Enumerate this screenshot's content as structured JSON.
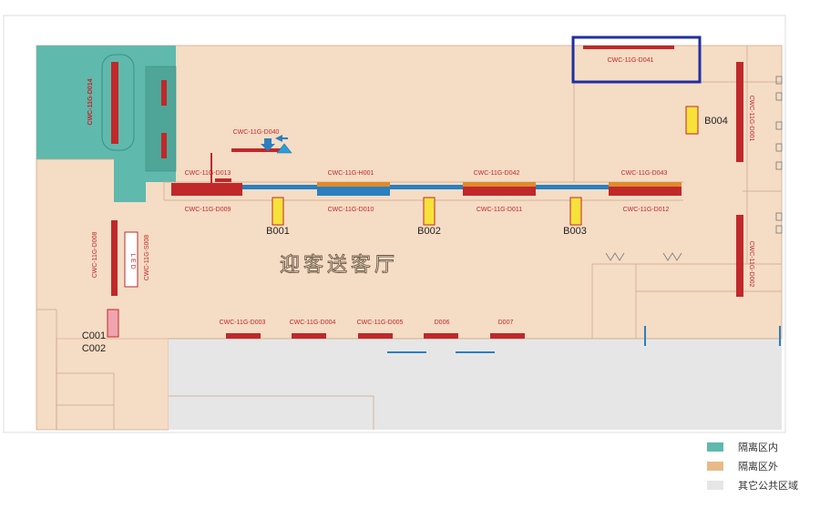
{
  "map": {
    "hall_name": "迎客送客厅",
    "colors": {
      "inside": "#5fb9ad",
      "outside": "#f5dcc4",
      "public": "#e6e6e6",
      "door": "#c0282a",
      "booth": "#f7e23a",
      "highlight": "#1f2fa3",
      "belt": "#2a7fc0",
      "belt_top": "#e08a2c"
    },
    "doors": {
      "D014": "CWC-11G-D014",
      "D040": "CWC-11G-D040",
      "D013": "CWC-11G-D013",
      "D009": "CWC-11G-D009",
      "H001": "CWC-11G-H001",
      "D010": "CWC-11G-D010",
      "D042": "CWC-11G-D042",
      "D011": "CWC-11G-D011",
      "D043": "CWC-11G-D043",
      "D012": "CWC-11G-D012",
      "D041": "CWC-11G-D041",
      "D001": "CWC-11G-D001",
      "D002": "CWC-11G-D002",
      "D008": "CWC-11G-D008",
      "S008": "CWC-11G-S008",
      "D003": "CWC-11G-D003",
      "D004": "CWC-11G-D004",
      "D005": "CWC-11G-D005",
      "D006": "D006",
      "D007": "D007"
    },
    "booths": {
      "B001": "B001",
      "B002": "B002",
      "B003": "B003",
      "B004": "B004",
      "C001": "C001",
      "C002": "C002"
    },
    "led": "L E D"
  },
  "legend": [
    {
      "label": "隔离区内",
      "color": "#5fb9ad"
    },
    {
      "label": "隔离区外",
      "color": "#e8b98a"
    },
    {
      "label": "其它公共区域",
      "color": "#e6e6e6"
    }
  ]
}
